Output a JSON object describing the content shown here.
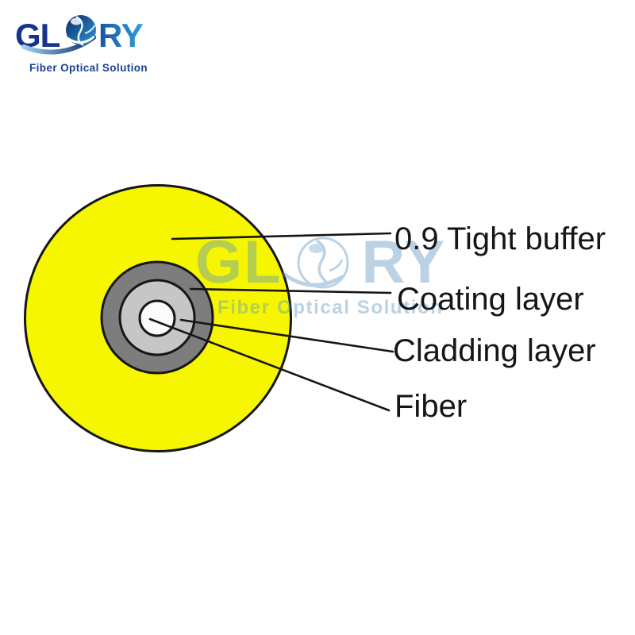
{
  "page": {
    "background": "#ffffff"
  },
  "logo": {
    "word_start": "GL",
    "word_end": "RY",
    "tagline": "Fiber Optical Solution",
    "colors": {
      "dark_blue": "#16338e",
      "light_blue": "#2fa0d8",
      "tagline_blue": "#1c3f92"
    }
  },
  "watermark": {
    "word_start": "GL",
    "word_end": "RY",
    "tagline": "Fiber Optical Solution",
    "color": "#5e96c0"
  },
  "diagram": {
    "type": "fiber-cable-cross-section",
    "outline_color": "#161616",
    "layers": [
      {
        "name": "tight-buffer",
        "label": "0.9 Tight buffer",
        "color": "#f6f600"
      },
      {
        "name": "coating",
        "label": "Coating layer",
        "color": "#7d7d7d"
      },
      {
        "name": "cladding",
        "label": "Cladding layer",
        "color": "#c6c6c6"
      },
      {
        "name": "fiber",
        "label": "Fiber",
        "color": "#fbfbfb"
      }
    ]
  }
}
